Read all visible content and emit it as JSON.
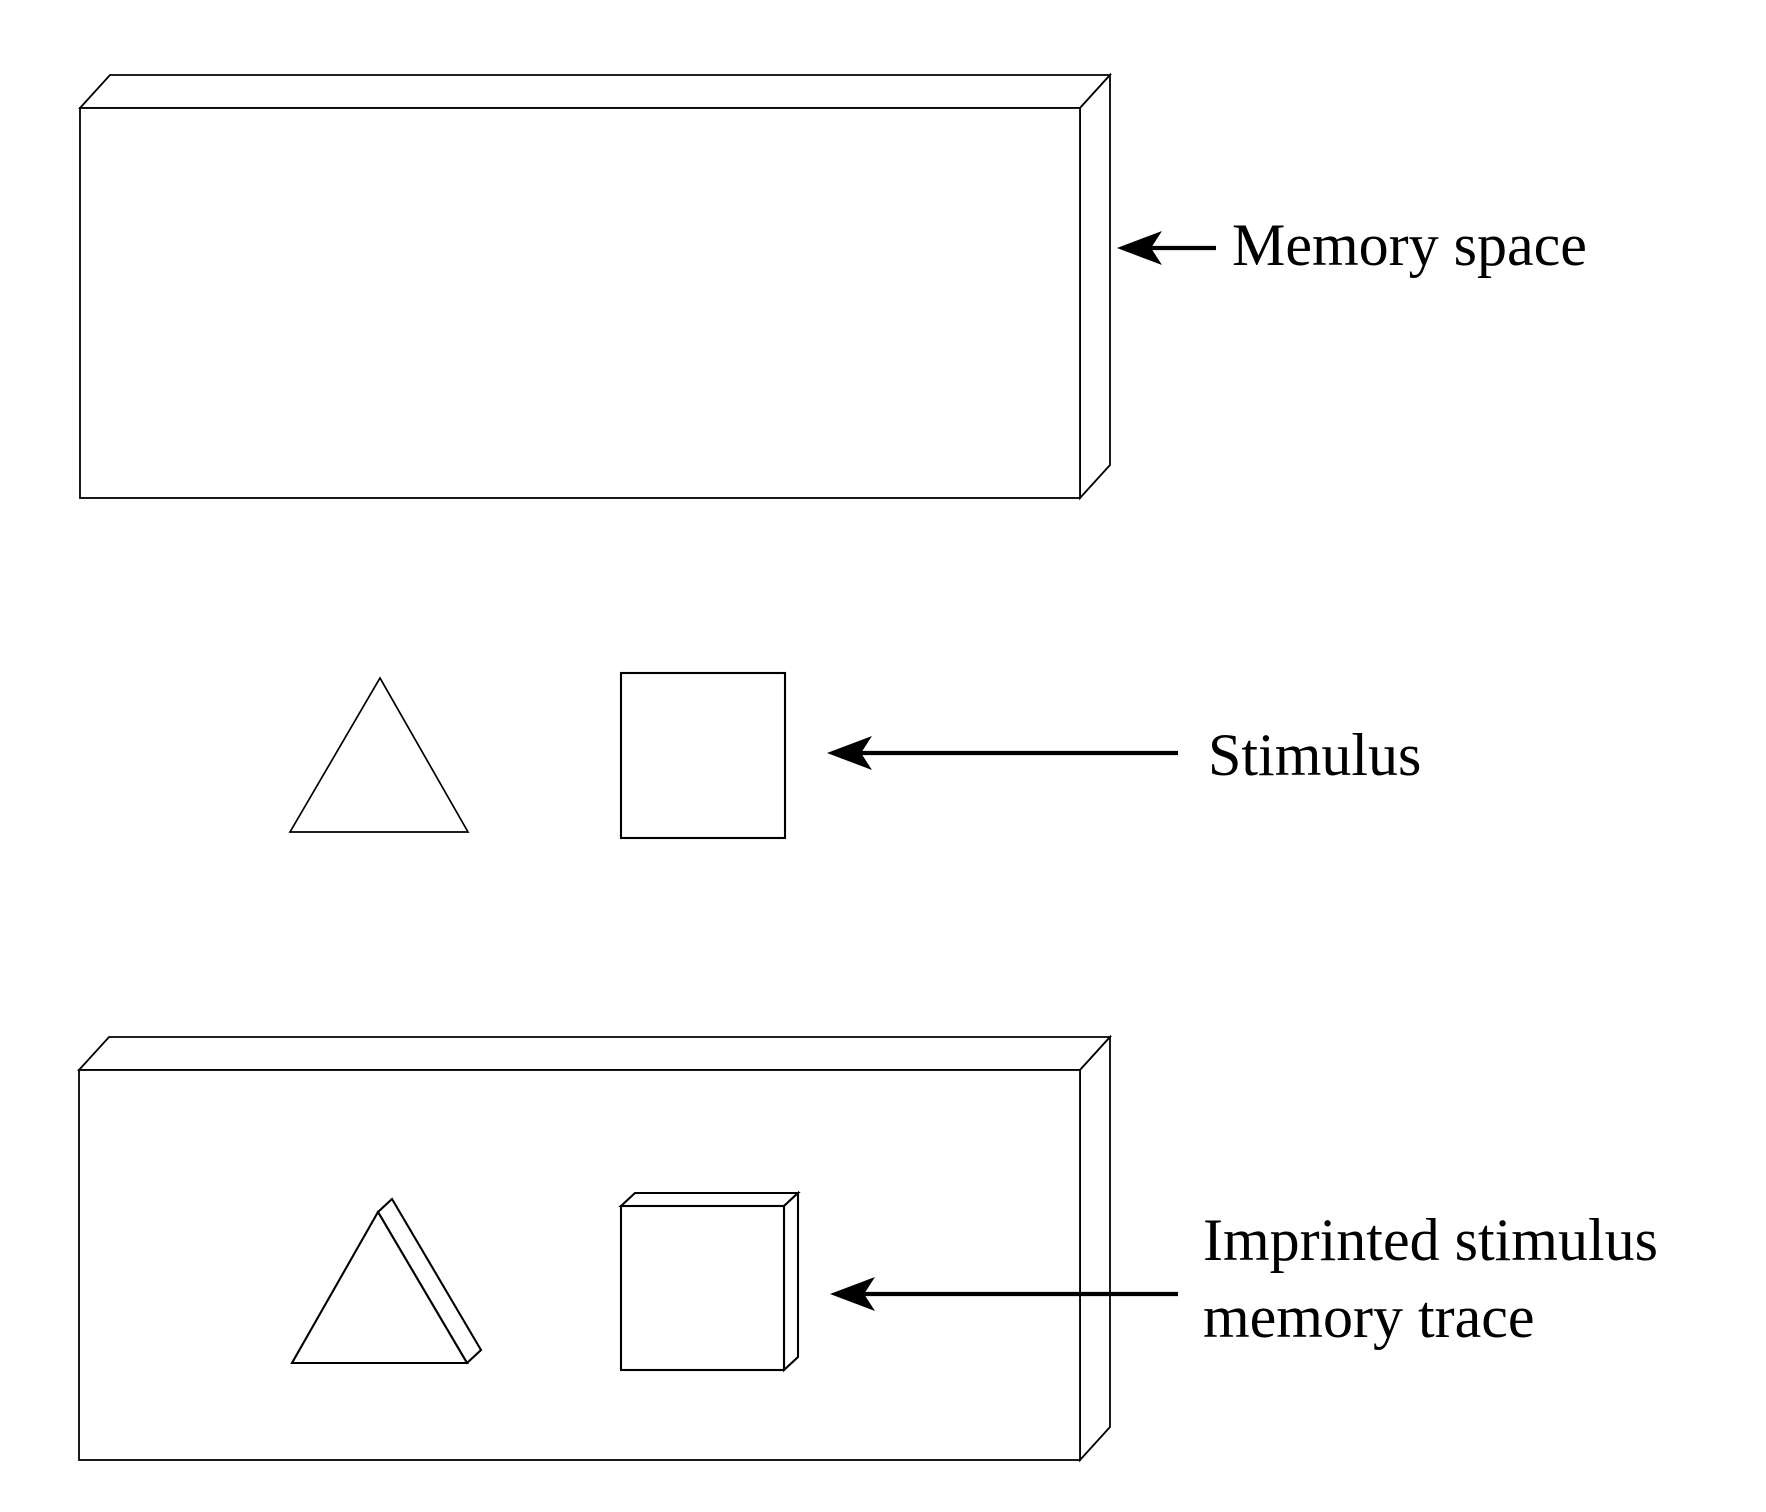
{
  "colors": {
    "ink": "#000000",
    "background": "#ffffff"
  },
  "labels": {
    "memory_space": "Memory space",
    "stimulus": "Stimulus",
    "imprinted_line1": "Imprinted stimulus",
    "imprinted_line2": "memory trace"
  }
}
